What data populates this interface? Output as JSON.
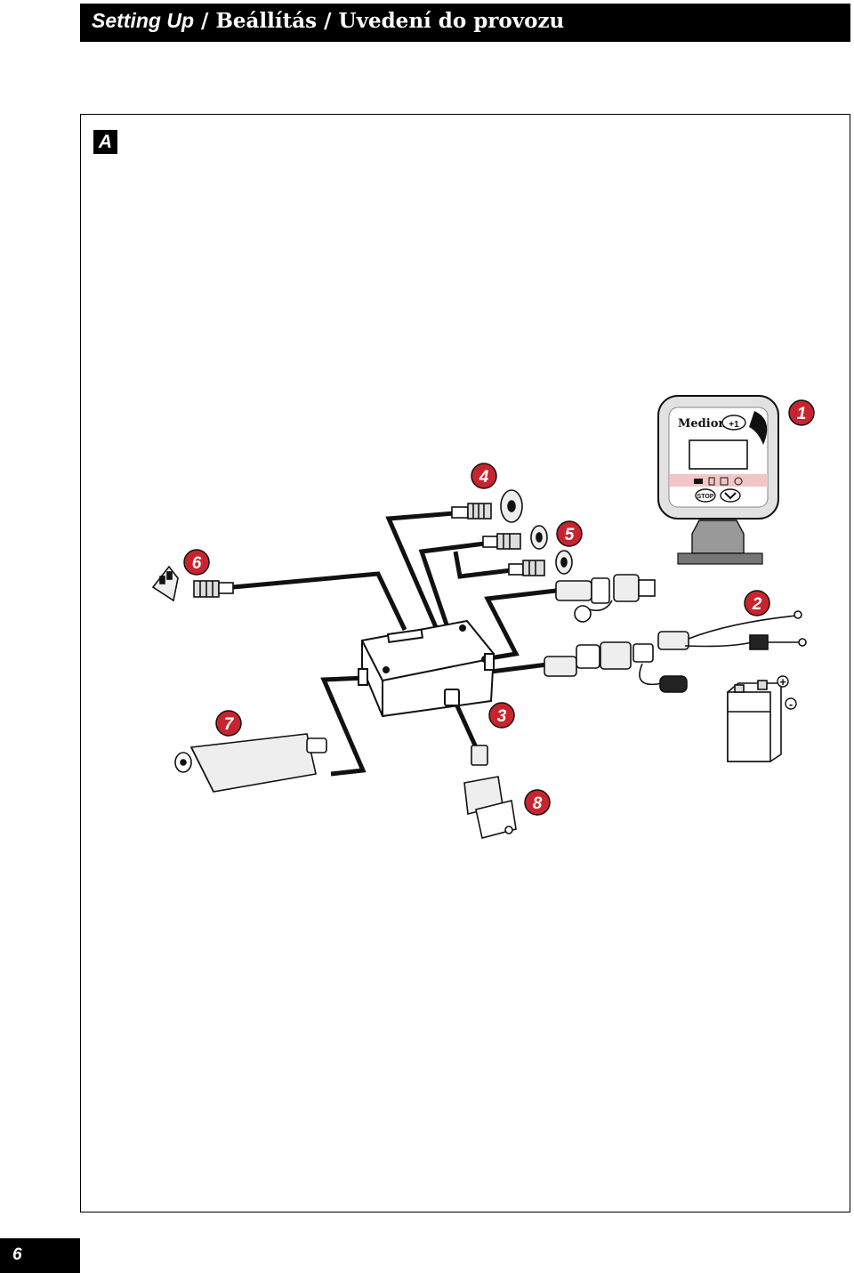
{
  "header": {
    "title_en": "Setting Up",
    "sep1": "/",
    "title_hu": "Beállítás",
    "sep2": "/",
    "title_cs": "Uvedení do provozu"
  },
  "figure": {
    "label": "A"
  },
  "monitor": {
    "brand": "Medion",
    "plus_button": "+1",
    "stop_button": "STOP"
  },
  "callouts": [
    "1",
    "2",
    "3",
    "4",
    "5",
    "6",
    "7",
    "8"
  ],
  "battery": {
    "plus": "+",
    "minus": "-"
  },
  "page": {
    "number": "6"
  },
  "colors": {
    "callout_fill": "#c8242f",
    "header_bg": "#000000",
    "monitor_band": "#f2c6c6"
  }
}
